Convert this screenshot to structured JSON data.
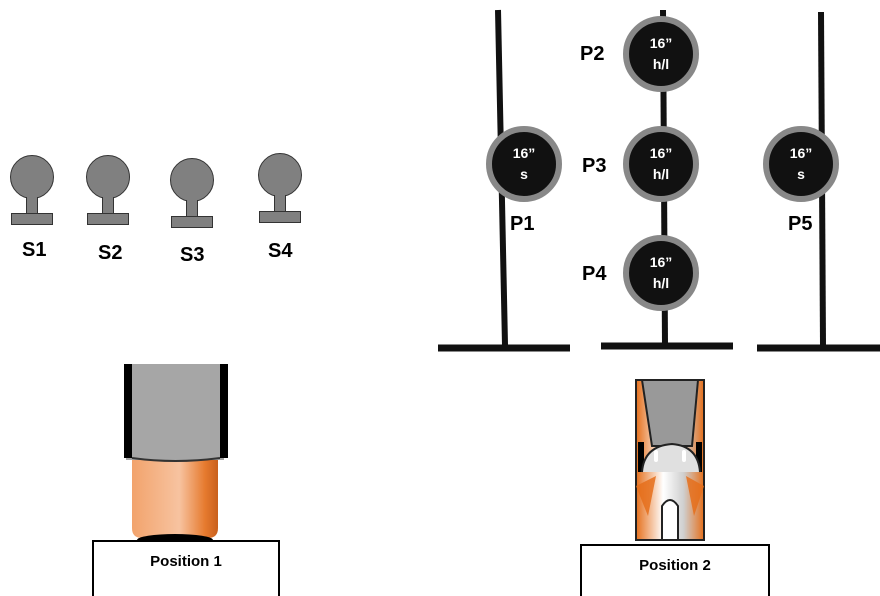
{
  "steel_targets": [
    {
      "label": "S1"
    },
    {
      "label": "S2"
    },
    {
      "label": "S3"
    },
    {
      "label": "S4"
    }
  ],
  "plates": [
    {
      "id": "P1",
      "line1": "16”",
      "line2": "s"
    },
    {
      "id": "P2",
      "line1": "16”",
      "line2": "h/l"
    },
    {
      "id": "P3",
      "line1": "16”",
      "line2": "h/l"
    },
    {
      "id": "P4",
      "line1": "16”",
      "line2": "h/l"
    },
    {
      "id": "P5",
      "line1": "16”",
      "line2": "s"
    }
  ],
  "positions": [
    {
      "label": "Position 1"
    },
    {
      "label": "Position 2"
    }
  ]
}
